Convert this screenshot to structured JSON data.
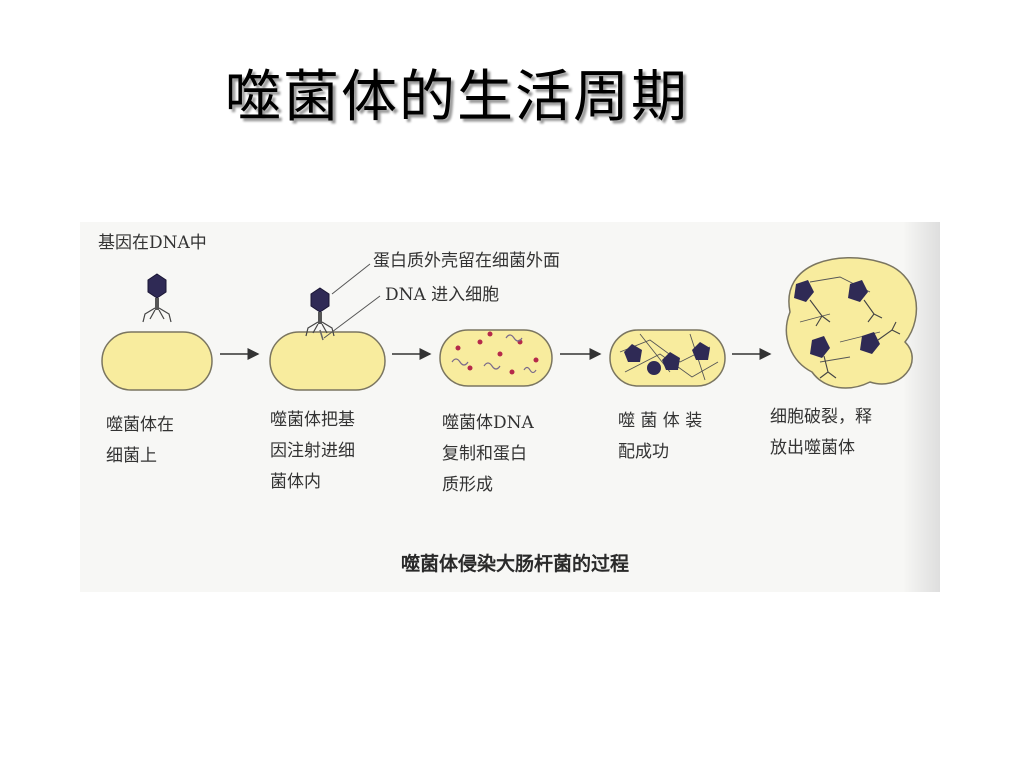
{
  "title": "噬菌体的生活周期",
  "figure": {
    "labels": {
      "gene_in_dna": "基因在DNA中",
      "coat_outside": "蛋白质外壳留在细菌外面",
      "dna_enters": "DNA 进入细胞"
    },
    "steps": [
      "噬菌体在\n细菌上",
      "噬菌体把基\n因注射进细\n菌体内",
      "噬菌体DNA\n复制和蛋白\n质形成",
      "噬 菌 体 装\n配成功",
      "细胞破裂，释\n放出噬菌体"
    ],
    "caption": "噬菌体侵染大肠杆菌的过程"
  },
  "colors": {
    "cell_fill": "#f8ec9e",
    "cell_stroke": "#7a7560",
    "phage_head": "#2f2a55",
    "dna_dot": "#b5294a"
  }
}
